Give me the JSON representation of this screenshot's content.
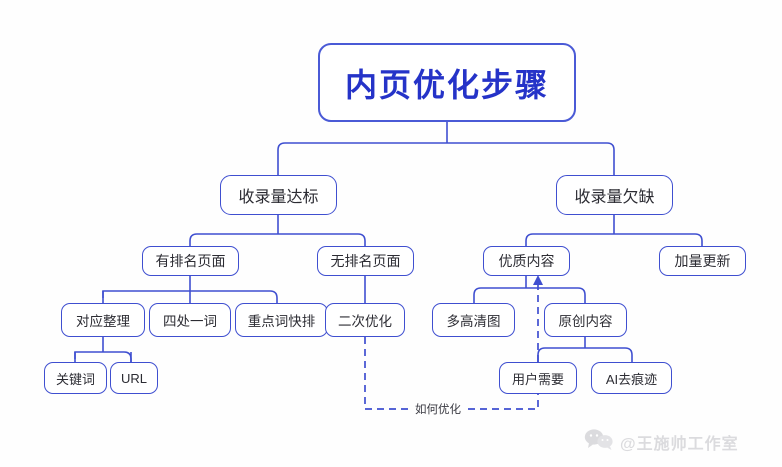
{
  "diagram": {
    "title": "内页优化步骤",
    "type": "tree-mindmap",
    "colors": {
      "title_text": "#2533c8",
      "node_border": "#3f4fd0",
      "node_text": "#2c2c33",
      "connector": "#3f4fd0",
      "dashed_connector": "#3f4fd0",
      "background": "#fefefe"
    },
    "nodes": {
      "root": "内页优化步骤",
      "branch_left": "收录量达标",
      "branch_right": "收录量欠缺",
      "left_a": "有排名页面",
      "left_b": "无排名页面",
      "right_a": "优质内容",
      "right_b": "加量更新",
      "left_a1": "对应整理",
      "left_a2": "四处一词",
      "left_a3": "重点词快排",
      "left_b1": "二次优化",
      "left_a1a": "关键词",
      "left_a1b": "URL",
      "right_a1": "多高清图",
      "right_a2": "原创内容",
      "right_a2a": "用户需要",
      "right_a2b": "AI去痕迹"
    },
    "edge_labels": {
      "how_to_optimize": "如何优化"
    }
  },
  "watermark": {
    "text": "@王施帅工作室",
    "icon": "wechat-icon"
  }
}
